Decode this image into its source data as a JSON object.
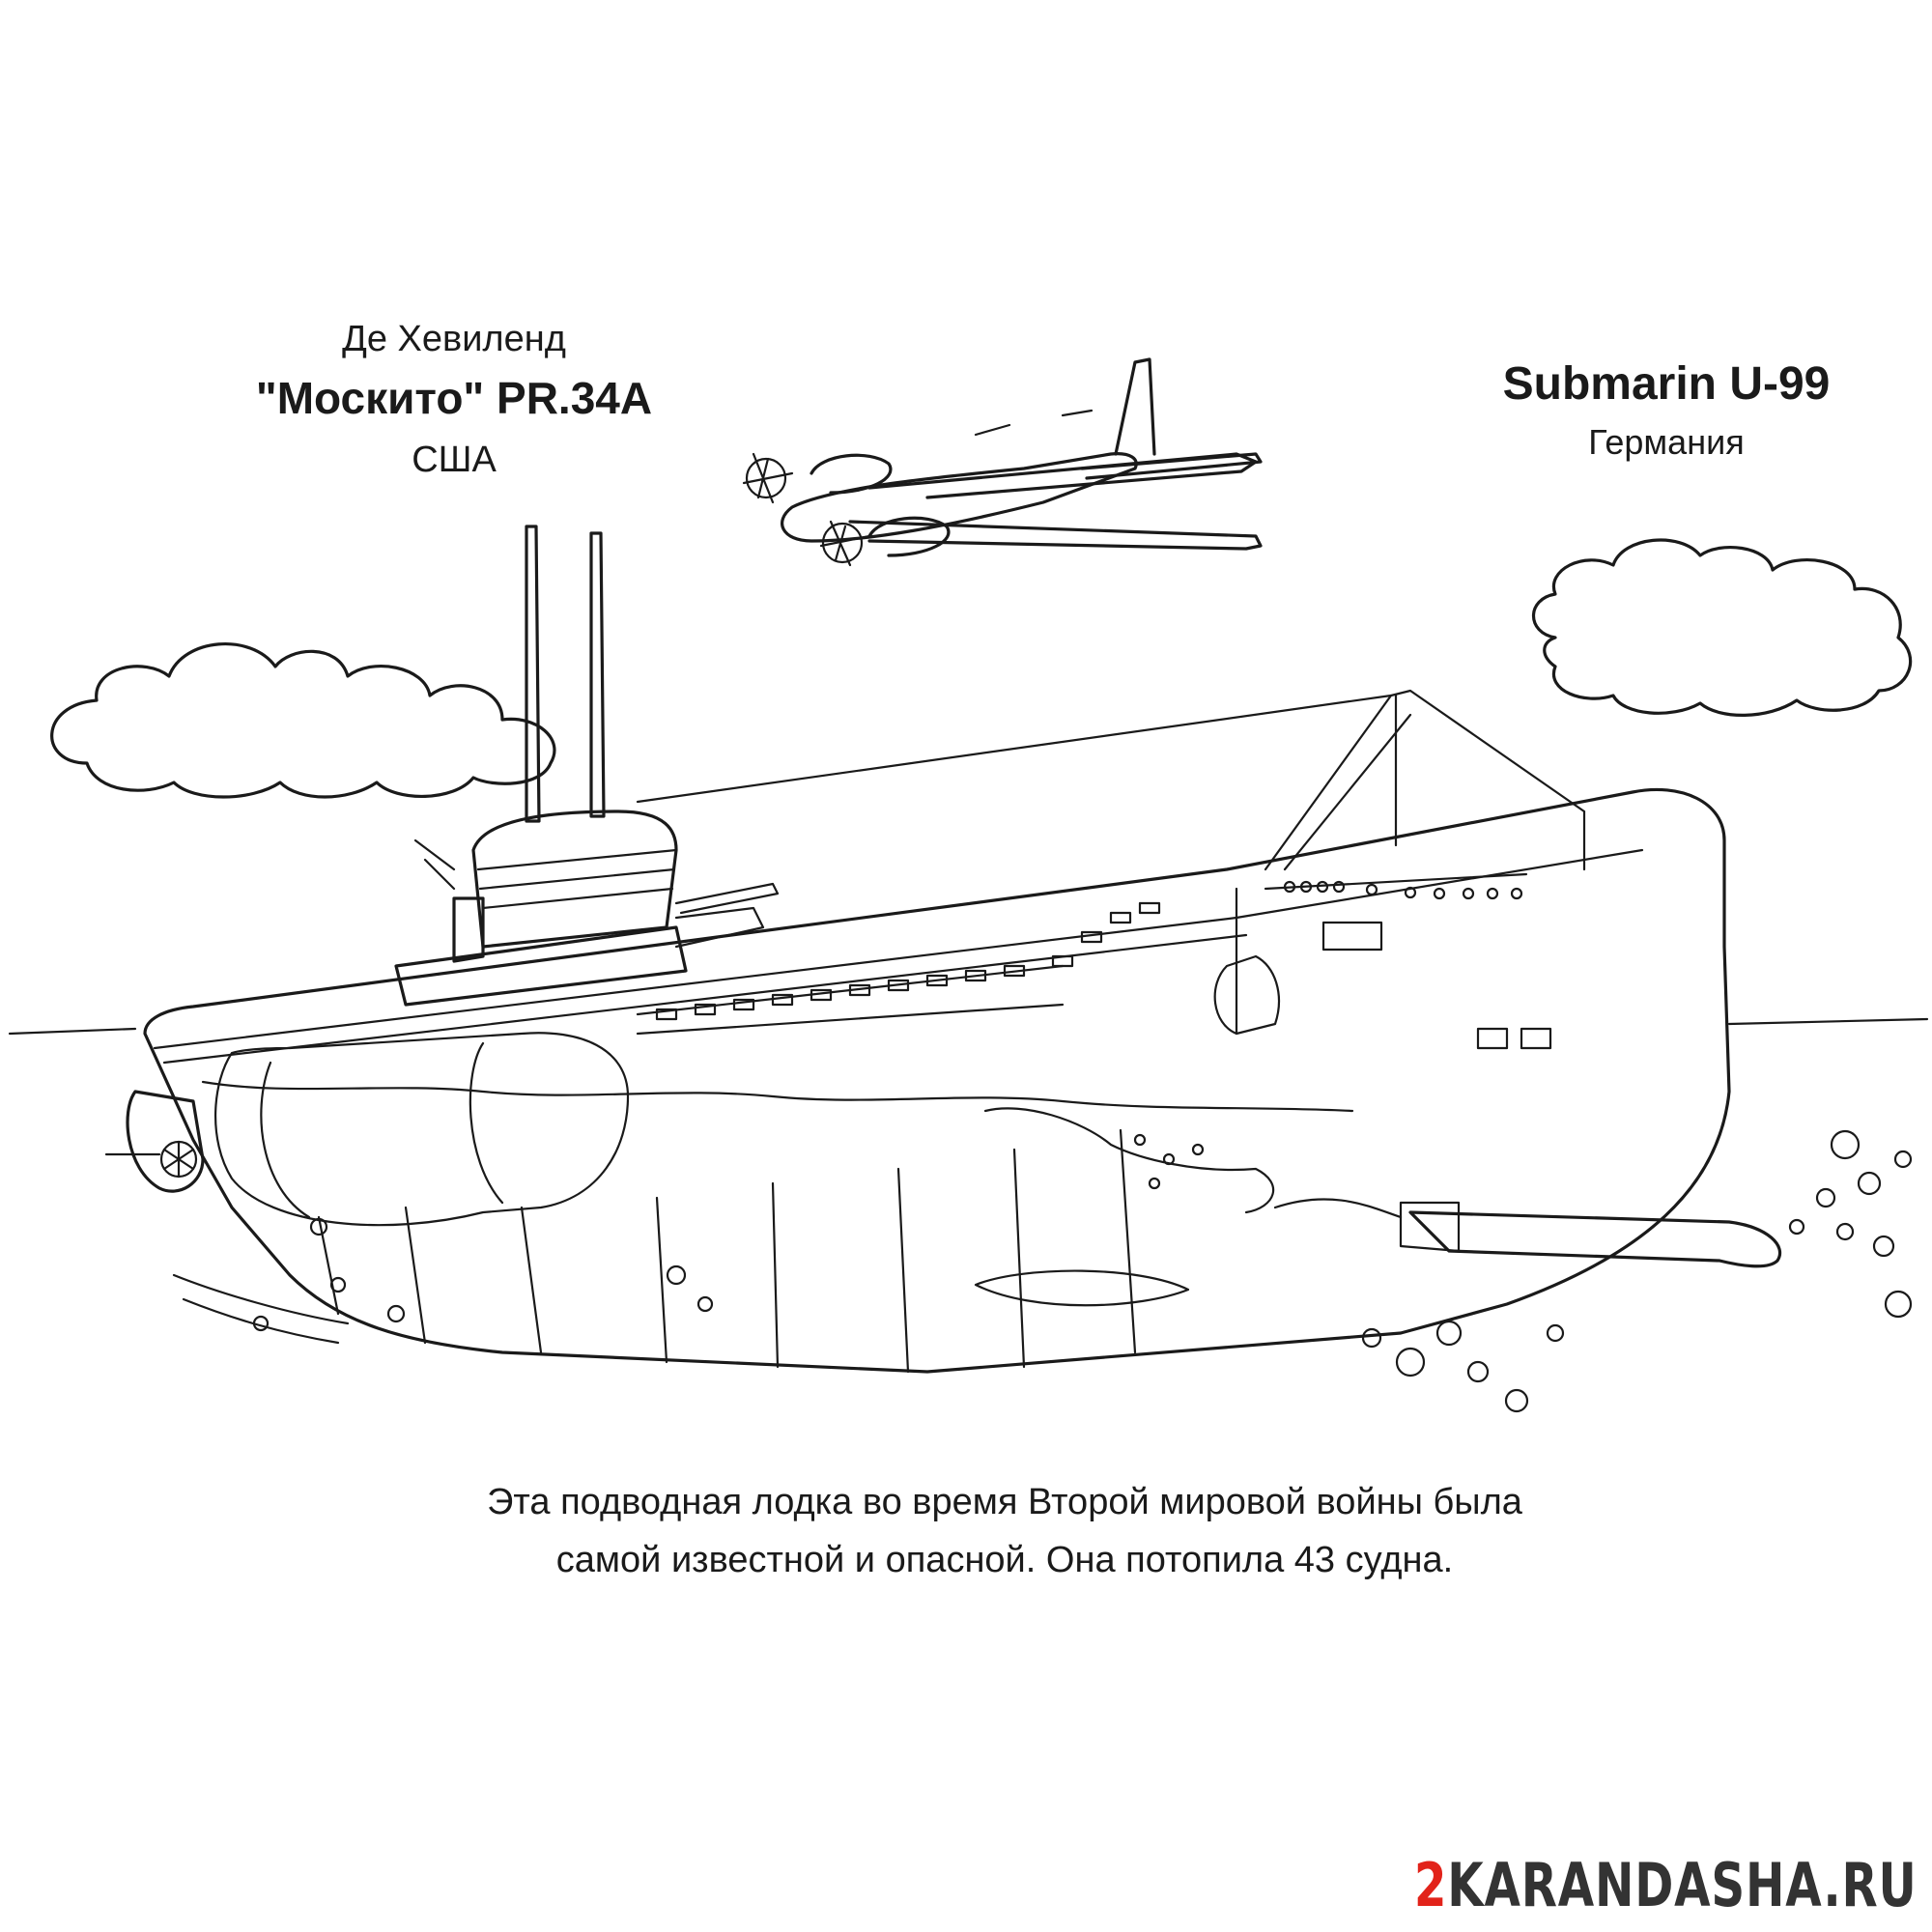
{
  "aircraft": {
    "maker": "Де Хевиленд",
    "model": "\"Москито\" PR.34A",
    "country": "США"
  },
  "submarine": {
    "name": "Submarin U-99",
    "country": "Германия"
  },
  "caption": {
    "line1": "Эта подводная лодка во время Второй мировой войны была",
    "line2": "самой известной и опасной. Она потопила 43 судна."
  },
  "watermark": {
    "number": "2",
    "word": "KARANDASHA.RU",
    "number_color": "#e2231a",
    "word_color": "#333333"
  }
}
